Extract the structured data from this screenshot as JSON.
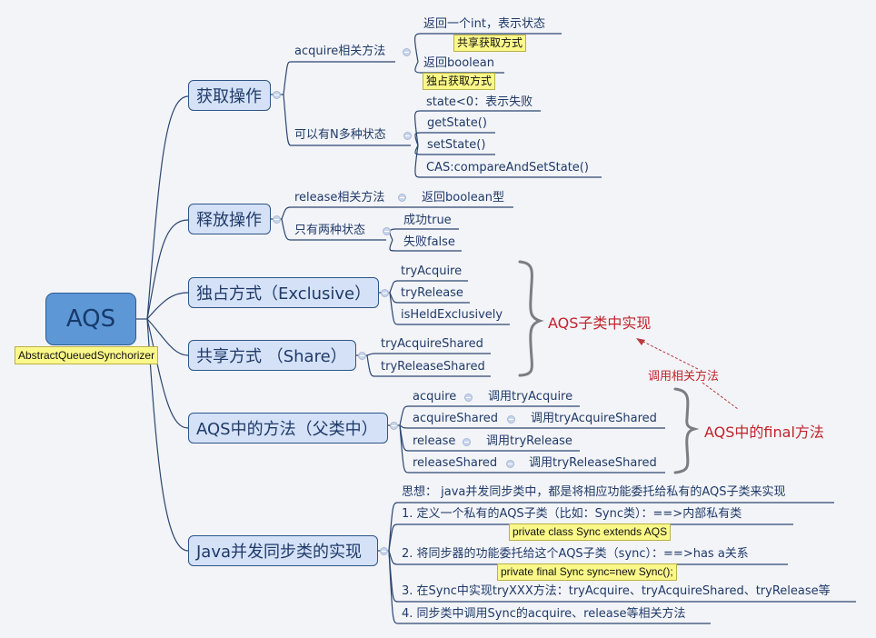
{
  "root": {
    "title": "AQS",
    "note": "AbstractQueuedSynchorizer"
  },
  "topics": [
    {
      "title": "获取操作",
      "children": [
        {
          "label": "acquire相关方法",
          "children": [
            {
              "label": "返回一个int，表示状态",
              "note": "共享获取方式"
            },
            {
              "label": "返回boolean",
              "note": "独占获取方式"
            }
          ]
        },
        {
          "label": "可以有N多种状态",
          "children": [
            {
              "label": "state<0：表示失败"
            },
            {
              "label": "getState()"
            },
            {
              "label": "setState()"
            },
            {
              "label": "CAS:compareAndSetState()"
            }
          ]
        }
      ]
    },
    {
      "title": "释放操作",
      "children": [
        {
          "label": "release相关方法",
          "children": [
            {
              "label": "返回boolean型"
            }
          ]
        },
        {
          "label": "只有两种状态",
          "children": [
            {
              "label": "成功true"
            },
            {
              "label": "失败false"
            }
          ]
        }
      ]
    },
    {
      "title": "独占方式（Exclusive）",
      "children": [
        {
          "label": "tryAcquire"
        },
        {
          "label": "tryRelease"
        },
        {
          "label": "isHeldExclusively"
        }
      ]
    },
    {
      "title": "共享方式 （Share）",
      "children": [
        {
          "label": "tryAcquireShared"
        },
        {
          "label": "tryReleaseShared"
        }
      ]
    },
    {
      "title": "AQS中的方法（父类中）",
      "children": [
        {
          "label": "acquire",
          "children": [
            {
              "label": "调用tryAcquire"
            }
          ]
        },
        {
          "label": "acquireShared",
          "children": [
            {
              "label": "调用tryAcquireShared"
            }
          ]
        },
        {
          "label": "release",
          "children": [
            {
              "label": "调用tryRelease"
            }
          ]
        },
        {
          "label": "releaseShared",
          "children": [
            {
              "label": "调用tryReleaseShared"
            }
          ]
        }
      ]
    },
    {
      "title": "Java并发同步类的实现",
      "children": [
        {
          "label": "思想： java并发同步类中，都是将相应功能委托给私有的AQS子类来实现"
        },
        {
          "label": "1. 定义一个私有的AQS子类（比如：Sync类）：==>内部私有类",
          "note": "private class Sync extends AQS"
        },
        {
          "label": "2. 将同步器的功能委托给这个AQS子类（sync）：==>has a关系",
          "note": "private final Sync sync=new Sync();"
        },
        {
          "label": "3. 在Sync中实现tryXXX方法：tryAcquire、tryAcquireShared、tryRelease等"
        },
        {
          "label": "4. 同步类中调用Sync的acquire、release等相关方法"
        }
      ]
    }
  ],
  "annotations": {
    "subclass_impl": "AQS子类中实现",
    "final_methods": "AQS中的final方法",
    "call_relation": "调用相关方法"
  },
  "colors": {
    "background": "#f3f4f8",
    "root_fill": "#5e97d6",
    "topic_fill": "#d4e1f7",
    "line": "#1f3a68",
    "note_fill": "#fbf88a",
    "annotation_red": "#c0232b"
  }
}
